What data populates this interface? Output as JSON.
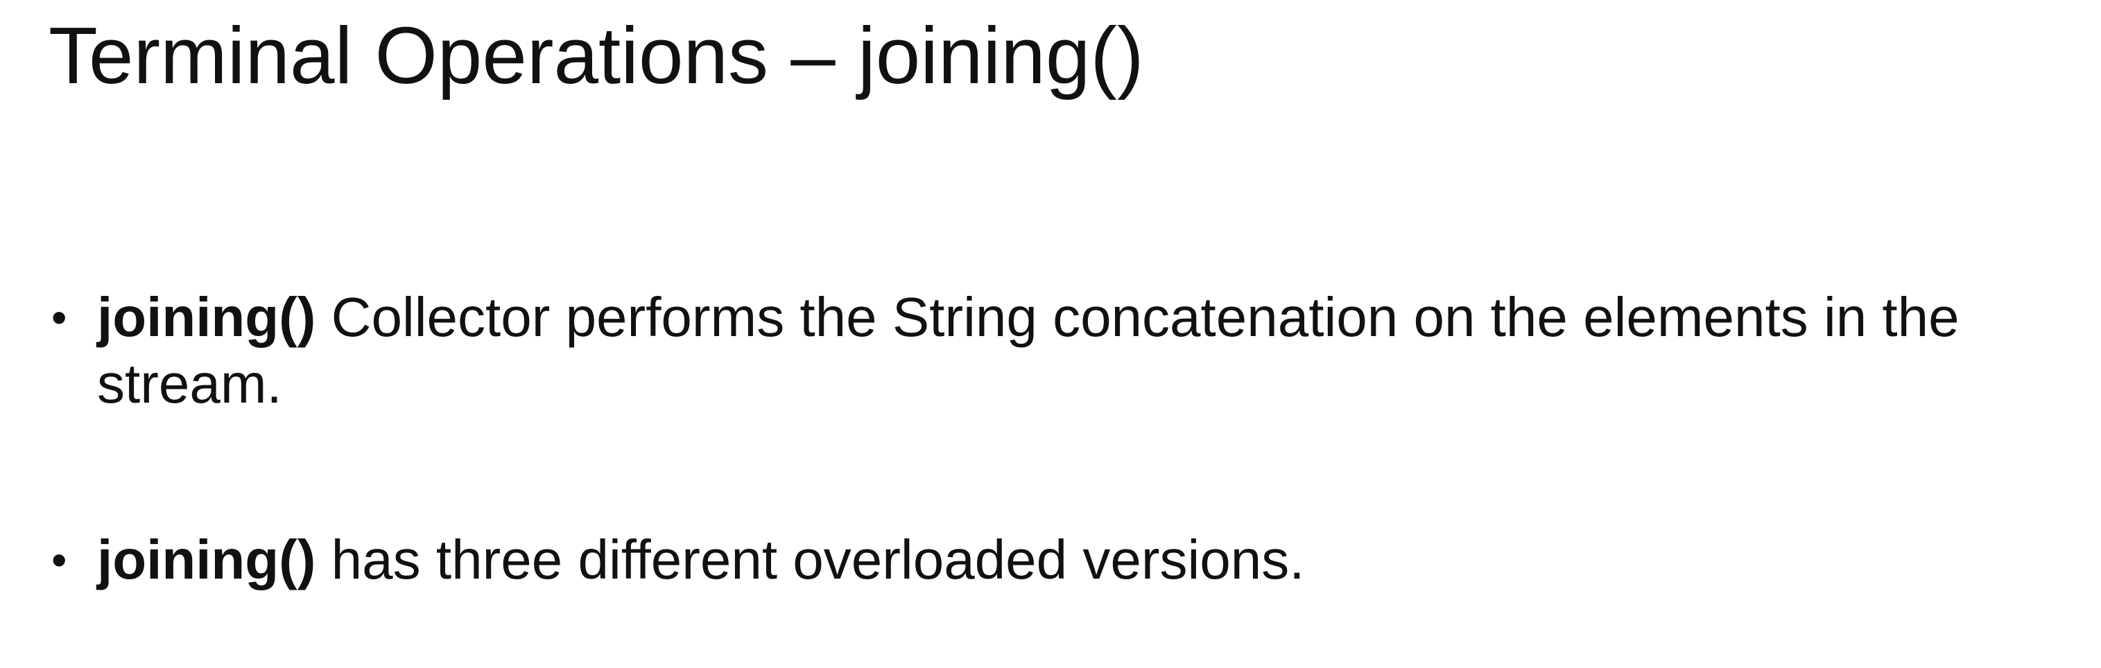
{
  "slide": {
    "title": "Terminal Operations – joining()",
    "bullets": [
      {
        "symbol": "•",
        "keyword": "joining()",
        "text": "Collector performs the String concatenation on the elements in the stream."
      },
      {
        "symbol": "•",
        "keyword": "joining()",
        "text": "has three different overloaded versions."
      }
    ]
  }
}
